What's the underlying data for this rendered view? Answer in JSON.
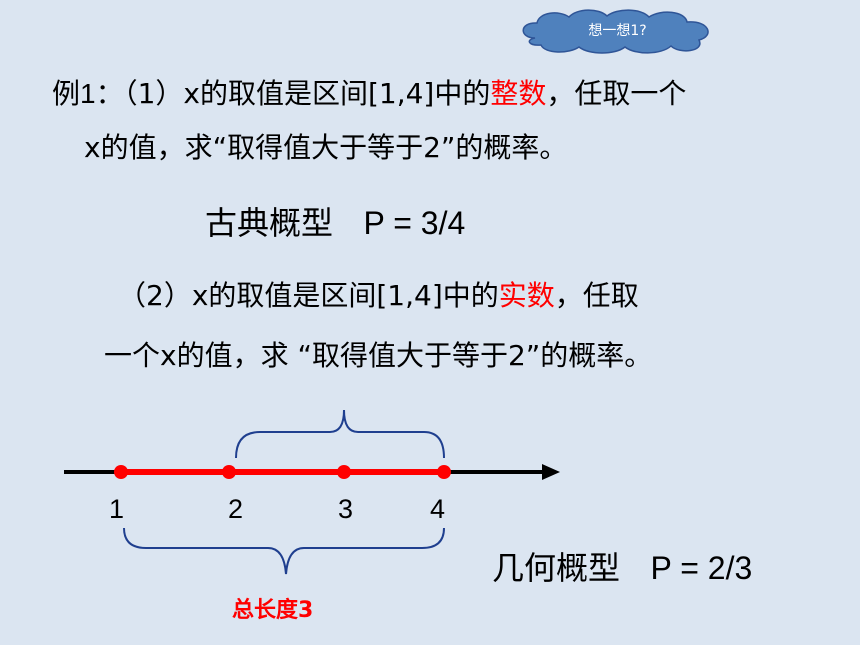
{
  "callout": {
    "text": "想一想1?"
  },
  "example": {
    "label": "例1：",
    "part1": {
      "prefix": "（1）x的取值是区间[1,4]中的",
      "highlight": "整数",
      "suffix": "，任取一个",
      "line2": "x的值，求“取得值大于等于2”的概率。"
    },
    "classical": {
      "name": "古典概型",
      "formula": "P = 3/4"
    },
    "part2": {
      "prefix": "（2）x的取值是区间[1,4]中的",
      "highlight": "实数",
      "suffix": "，任取",
      "line2": "一个x的值，求 “取得值大于等于2”的概率。"
    },
    "geometric": {
      "name": "几何概型",
      "formula": "P = 2/3"
    }
  },
  "number_line": {
    "ticks": [
      "1",
      "2",
      "3",
      "4"
    ],
    "total_label": "总长度3",
    "colors": {
      "axis": "#000000",
      "segment": "#ff0000",
      "brace": "#1f3f8f"
    }
  },
  "colors": {
    "background": "#dbe5f1",
    "highlight": "#ff0000",
    "callout": "#4f81bd"
  }
}
